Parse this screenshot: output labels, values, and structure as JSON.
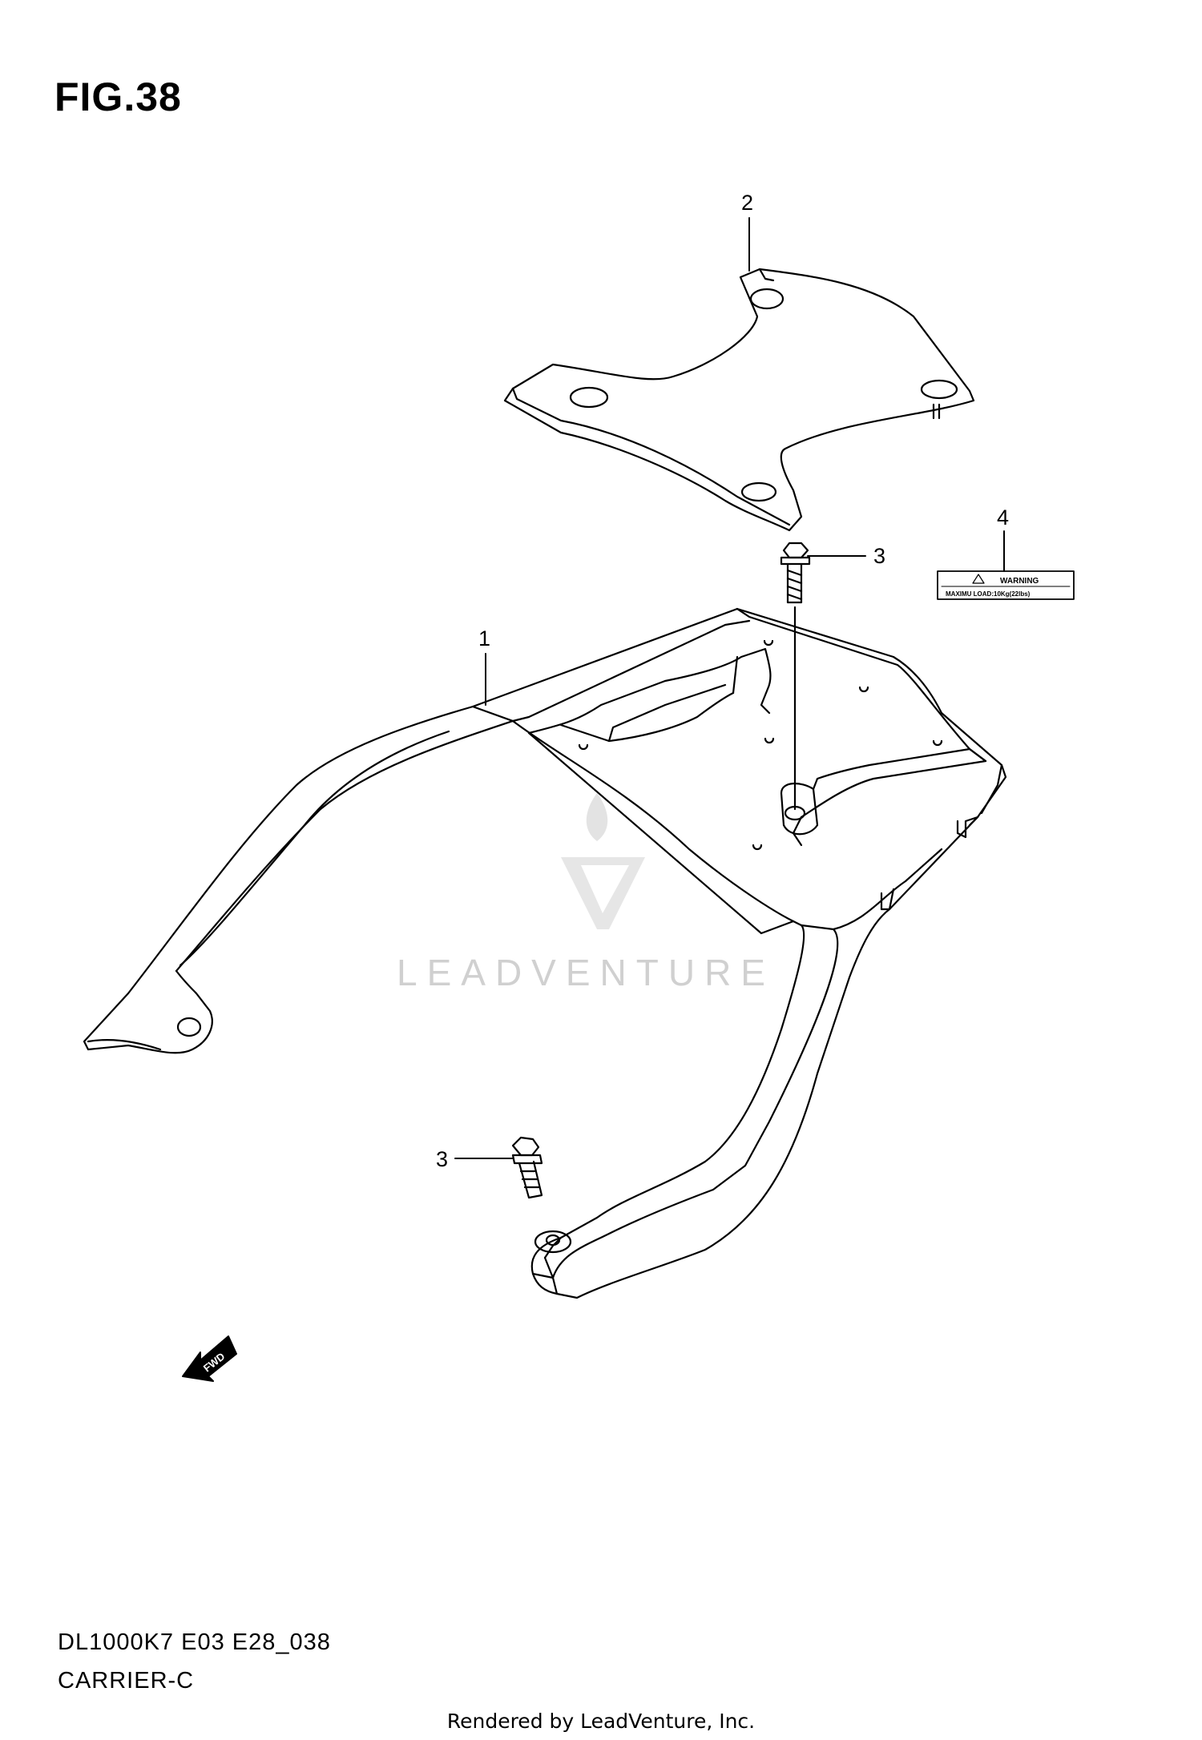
{
  "figure": {
    "title": "FIG.38",
    "model_code": "DL1000K7 E03 E28_038",
    "section_name": "CARRIER-C"
  },
  "callouts": [
    {
      "id": "1",
      "label": "1"
    },
    {
      "id": "2",
      "label": "2"
    },
    {
      "id": "3a",
      "label": "3"
    },
    {
      "id": "3b",
      "label": "3"
    },
    {
      "id": "4",
      "label": "4"
    }
  ],
  "warning_label": {
    "heading": "WARNING",
    "text": "MAXIMU LOAD:10Kg(22lbs)"
  },
  "direction_marker": {
    "text": "FWD"
  },
  "watermark": {
    "text": "LEADVENTURE"
  },
  "footer": {
    "rendered_by": "Rendered by LeadVenture, Inc."
  },
  "colors": {
    "line": "#000000",
    "watermark": "#d0d0d0",
    "background": "#ffffff"
  }
}
